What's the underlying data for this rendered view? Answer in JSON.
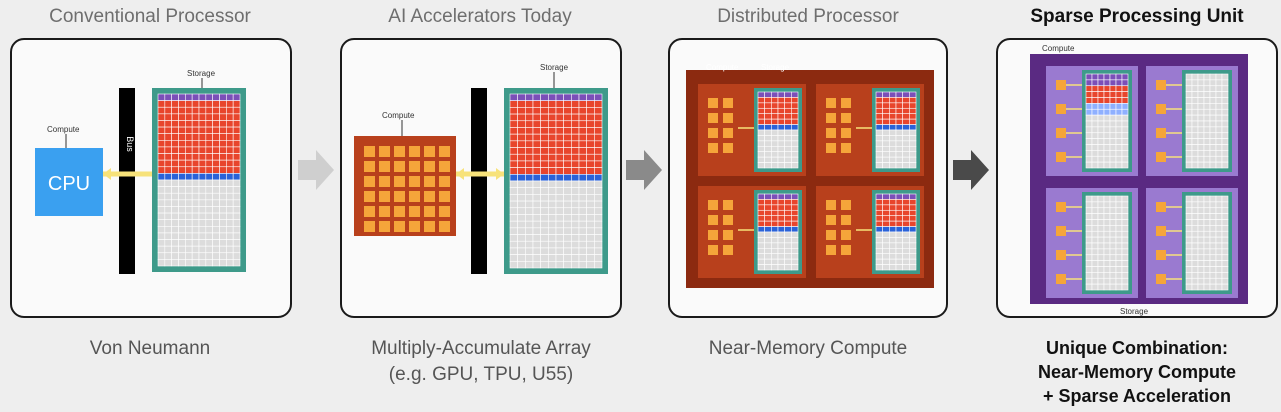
{
  "stages": [
    {
      "title": "Conventional Processor",
      "caption_lines": [
        "Von Neumann"
      ],
      "labels": {
        "compute": "Compute",
        "storage": "Storage",
        "bus": "Bus",
        "cpu": "CPU"
      }
    },
    {
      "title": "AI Accelerators Today",
      "caption_lines": [
        "Multiply-Accumulate Array",
        "(e.g. GPU, TPU, U55)"
      ],
      "labels": {
        "compute": "Compute",
        "storage": "Storage"
      }
    },
    {
      "title": "Distributed Processor",
      "caption_lines": [
        "Near-Memory Compute"
      ],
      "labels": {
        "compute": "Compute",
        "storage": "Storage"
      }
    },
    {
      "title": "Sparse Processing Unit",
      "caption_lines": [
        "Unique Combination:",
        "Near-Memory Compute",
        "+ Sparse Acceleration"
      ],
      "labels": {
        "compute": "Compute",
        "storage": "Storage"
      }
    }
  ],
  "colors": {
    "storage_red": "#e8452c",
    "storage_purple": "#7b4fb8",
    "storage_blue": "#2a62d8",
    "storage_empty": "#dcdcdc",
    "storage_frame": "#3e9a8a",
    "compute_dark": "#b8401c",
    "compute_cell": "#f5a53a",
    "cpu_blue": "#3aa0f0",
    "bus_black": "#000000",
    "link_yellow": "#f7e27a",
    "distributed_bg": "#8c2a10",
    "sparse_bg": "#5a2a82",
    "sparse_tile": "#9a7ad0"
  }
}
